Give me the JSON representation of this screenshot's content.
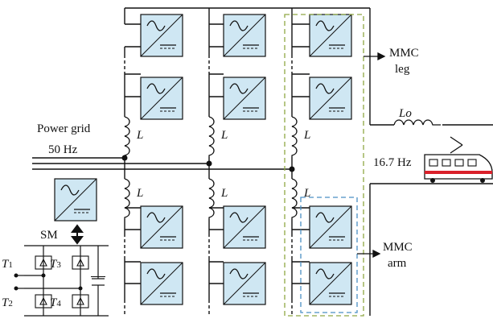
{
  "labels": {
    "power_grid": "Power grid",
    "grid_freq": "50 Hz",
    "inductor": "L",
    "output_inductor": "Lo",
    "rail_freq": "16.7 Hz",
    "mmc_leg_line1": "MMC",
    "mmc_leg_line2": "leg",
    "mmc_arm_line1": "MMC",
    "mmc_arm_line2": "arm",
    "submodule": "SM",
    "switch_t1": "1",
    "switch_t2": "2",
    "switch_t3": "3",
    "switch_t4": "4",
    "switch_prefix": "T"
  },
  "colors": {
    "submodule_fill": "#cfe7f3",
    "wire": "#111111",
    "leg_box": "#8fa843",
    "arm_box": "#4a8fc4",
    "train_stripe": "#d9202a",
    "train_body": "#ffffff"
  },
  "icons": [
    "ac-dc-converter-icon",
    "igbt-switch-icon",
    "capacitor-icon",
    "train-icon",
    "inductor-icon",
    "bidirectional-arrow-icon"
  ]
}
